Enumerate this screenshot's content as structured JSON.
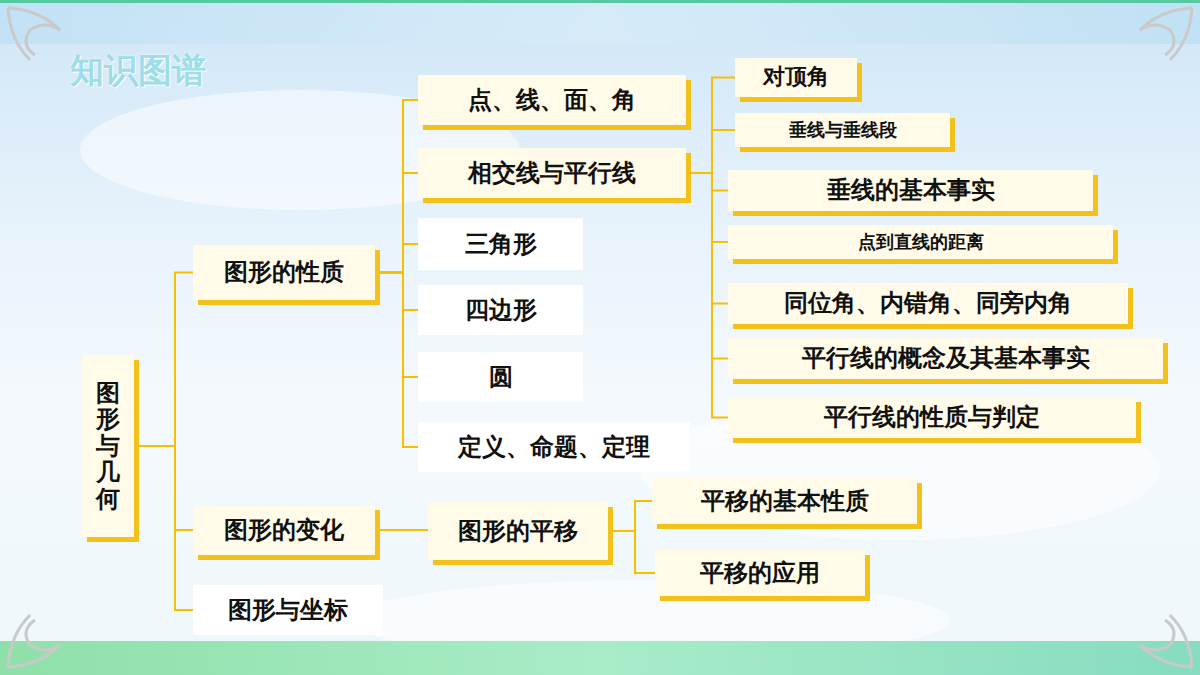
{
  "diagram": {
    "title": "知识图谱",
    "nodes": [
      {
        "text": [
          "图形与几何"
        ]
      },
      {
        "text": [
          "图形的性质"
        ]
      },
      {
        "text": [
          "图形的变化"
        ]
      },
      {
        "text": [
          "图形与坐标"
        ]
      },
      {
        "text": [
          "点、线、面、角"
        ]
      },
      {
        "text": [
          "相交线与平行线"
        ]
      },
      {
        "text": [
          "三角形"
        ]
      },
      {
        "text": [
          "四边形"
        ]
      },
      {
        "text": [
          "圆"
        ]
      },
      {
        "text": [
          "定义、命题、定理"
        ]
      },
      {
        "text": [
          "对顶角"
        ]
      },
      {
        "text": [
          "垂线与垂线段"
        ]
      },
      {
        "text": [
          "垂线的基本事实"
        ]
      },
      {
        "text": [
          "点到直线的距离"
        ]
      },
      {
        "text": [
          "同位角、内错角、同旁内角"
        ]
      },
      {
        "text": [
          "平行线的概念及其基本事实"
        ]
      },
      {
        "text": [
          "平行线的性质与判定"
        ]
      },
      {
        "text": [
          "图形的平移"
        ]
      },
      {
        "text": [
          "平移的基本性质"
        ]
      },
      {
        "text": [
          "平移的应用"
        ]
      }
    ],
    "edges": [
      {
        "from": 0,
        "to": 1,
        "arrow": "none"
      },
      {
        "from": 0,
        "to": 2,
        "arrow": "none"
      },
      {
        "from": 0,
        "to": 3,
        "arrow": "none"
      },
      {
        "from": 1,
        "to": 4,
        "arrow": "none"
      },
      {
        "from": 1,
        "to": 5,
        "arrow": "none"
      },
      {
        "from": 1,
        "to": 6,
        "arrow": "none"
      },
      {
        "from": 1,
        "to": 7,
        "arrow": "none"
      },
      {
        "from": 1,
        "to": 8,
        "arrow": "none"
      },
      {
        "from": 1,
        "to": 9,
        "arrow": "none"
      },
      {
        "from": 5,
        "to": 10,
        "arrow": "none"
      },
      {
        "from": 5,
        "to": 11,
        "arrow": "none"
      },
      {
        "from": 5,
        "to": 12,
        "arrow": "none"
      },
      {
        "from": 5,
        "to": 13,
        "arrow": "none"
      },
      {
        "from": 5,
        "to": 14,
        "arrow": "none"
      },
      {
        "from": 5,
        "to": 15,
        "arrow": "none"
      },
      {
        "from": 5,
        "to": 16,
        "arrow": "none"
      },
      {
        "from": 2,
        "to": 17,
        "arrow": "none"
      },
      {
        "from": 17,
        "to": 18,
        "arrow": "none"
      },
      {
        "from": 17,
        "to": 19,
        "arrow": "none"
      }
    ]
  }
}
